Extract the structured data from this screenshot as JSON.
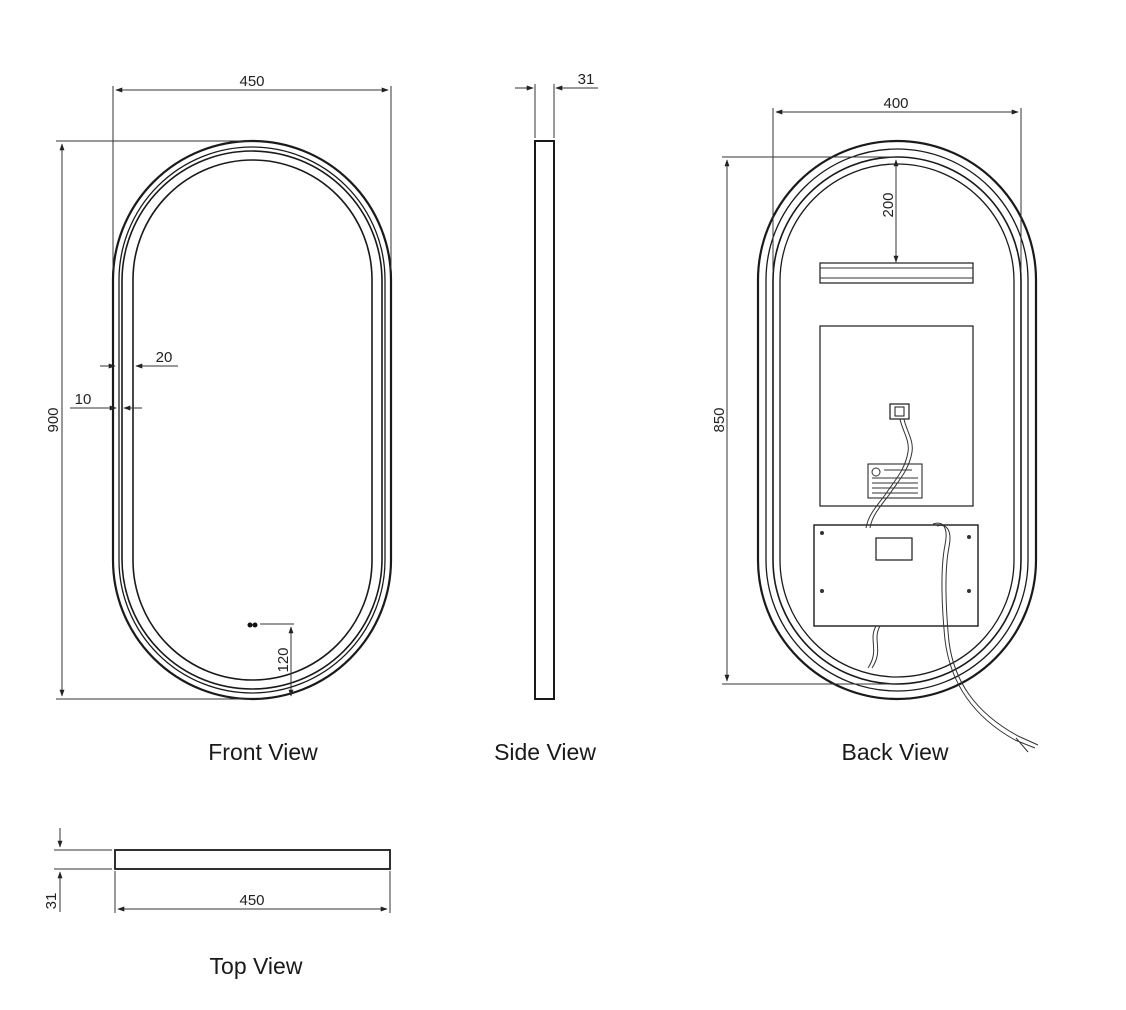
{
  "front_view": {
    "caption": "Front View",
    "dim_width": "450",
    "dim_height": "900",
    "dim_frame": "20",
    "dim_gap": "10",
    "dim_sensor": "120"
  },
  "side_view": {
    "caption": "Side View",
    "dim_depth": "31"
  },
  "back_view": {
    "caption": "Back View",
    "dim_width": "400",
    "dim_height": "850",
    "dim_bracket": "200"
  },
  "top_view": {
    "caption": "Top View",
    "dim_width": "450",
    "dim_depth": "31"
  }
}
